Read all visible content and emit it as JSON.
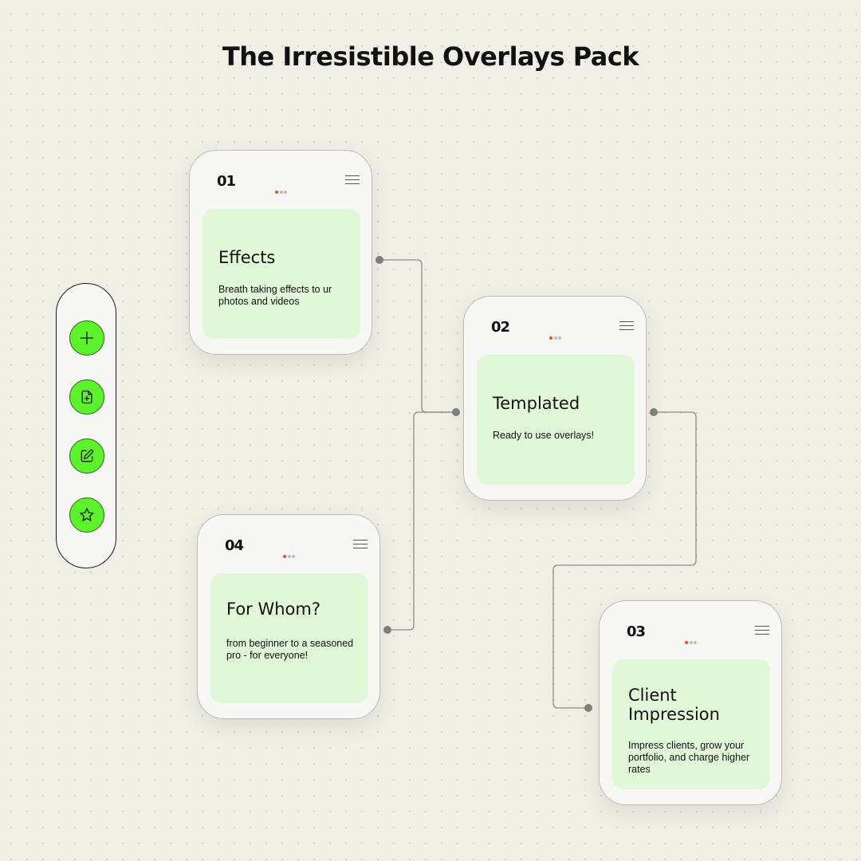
{
  "title": "The Irresistible Overlays Pack",
  "toolbar": {
    "buttons": [
      {
        "icon": "plus-icon"
      },
      {
        "icon": "file-plus-icon"
      },
      {
        "icon": "edit-icon"
      },
      {
        "icon": "star-icon"
      }
    ]
  },
  "cards": [
    {
      "number": "01",
      "heading": "Effects",
      "description": "Breath taking effects to ur photos and videos"
    },
    {
      "number": "02",
      "heading": "Templated",
      "description": "Ready to use overlays!"
    },
    {
      "number": "03",
      "heading": "Client Impression",
      "description": "Impress clients, grow your portfolio, and charge higher rates"
    },
    {
      "number": "04",
      "heading": "For Whom?",
      "description": "from beginner to a seasoned pro - for everyone!"
    }
  ],
  "colors": {
    "background": "#f0efe5",
    "accent_green": "#5cf22c",
    "panel_green": "#e0f7d8",
    "active_dot": "#ef4a24",
    "connector": "#808080"
  }
}
